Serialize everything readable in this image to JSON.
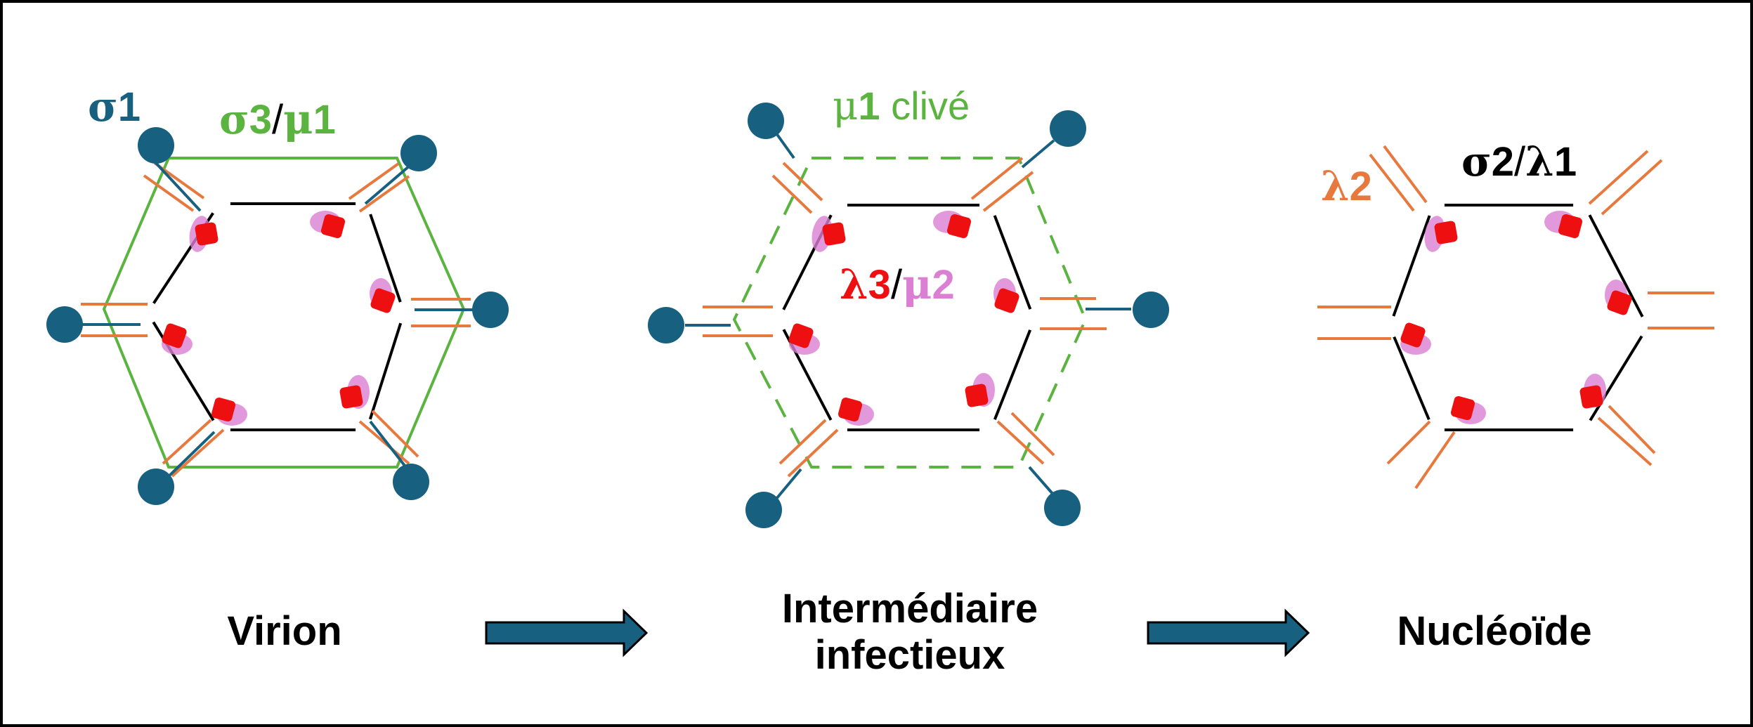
{
  "colors": {
    "blue": "#17607f",
    "orange": "#e8793e",
    "green": "#5bb340",
    "red": "#ee1010",
    "pink": "#db7fd3",
    "black": "#000000"
  },
  "labels": {
    "virion_sigma1": {
      "greek": "σ",
      "num": "1"
    },
    "virion_sigma3": {
      "greek": "σ",
      "num": "3"
    },
    "virion_slash": "/",
    "virion_mu1": {
      "greek": "μ",
      "num": "1"
    },
    "inter_mu1": {
      "greek": "μ",
      "num": "1"
    },
    "inter_clive": " clivé",
    "inter_lambda3": {
      "greek": "λ",
      "num": "3"
    },
    "inter_slash": "/",
    "inter_mu2": {
      "greek": "μ",
      "num": "2"
    },
    "nuc_lambda2": {
      "greek": "λ",
      "num": "2"
    },
    "nuc_sigma2": {
      "greek": "σ",
      "num": "2"
    },
    "nuc_slash": "/",
    "nuc_lambda1": {
      "greek": "λ",
      "num": "1"
    }
  },
  "stages": {
    "virion": "Virion",
    "intermediate_line1": "Intermédiaire",
    "intermediate_line2": "infectieux",
    "nucleoid": "Nucléoïde"
  },
  "icons": [
    "arrow-right-icon",
    "arrow-right-icon"
  ]
}
